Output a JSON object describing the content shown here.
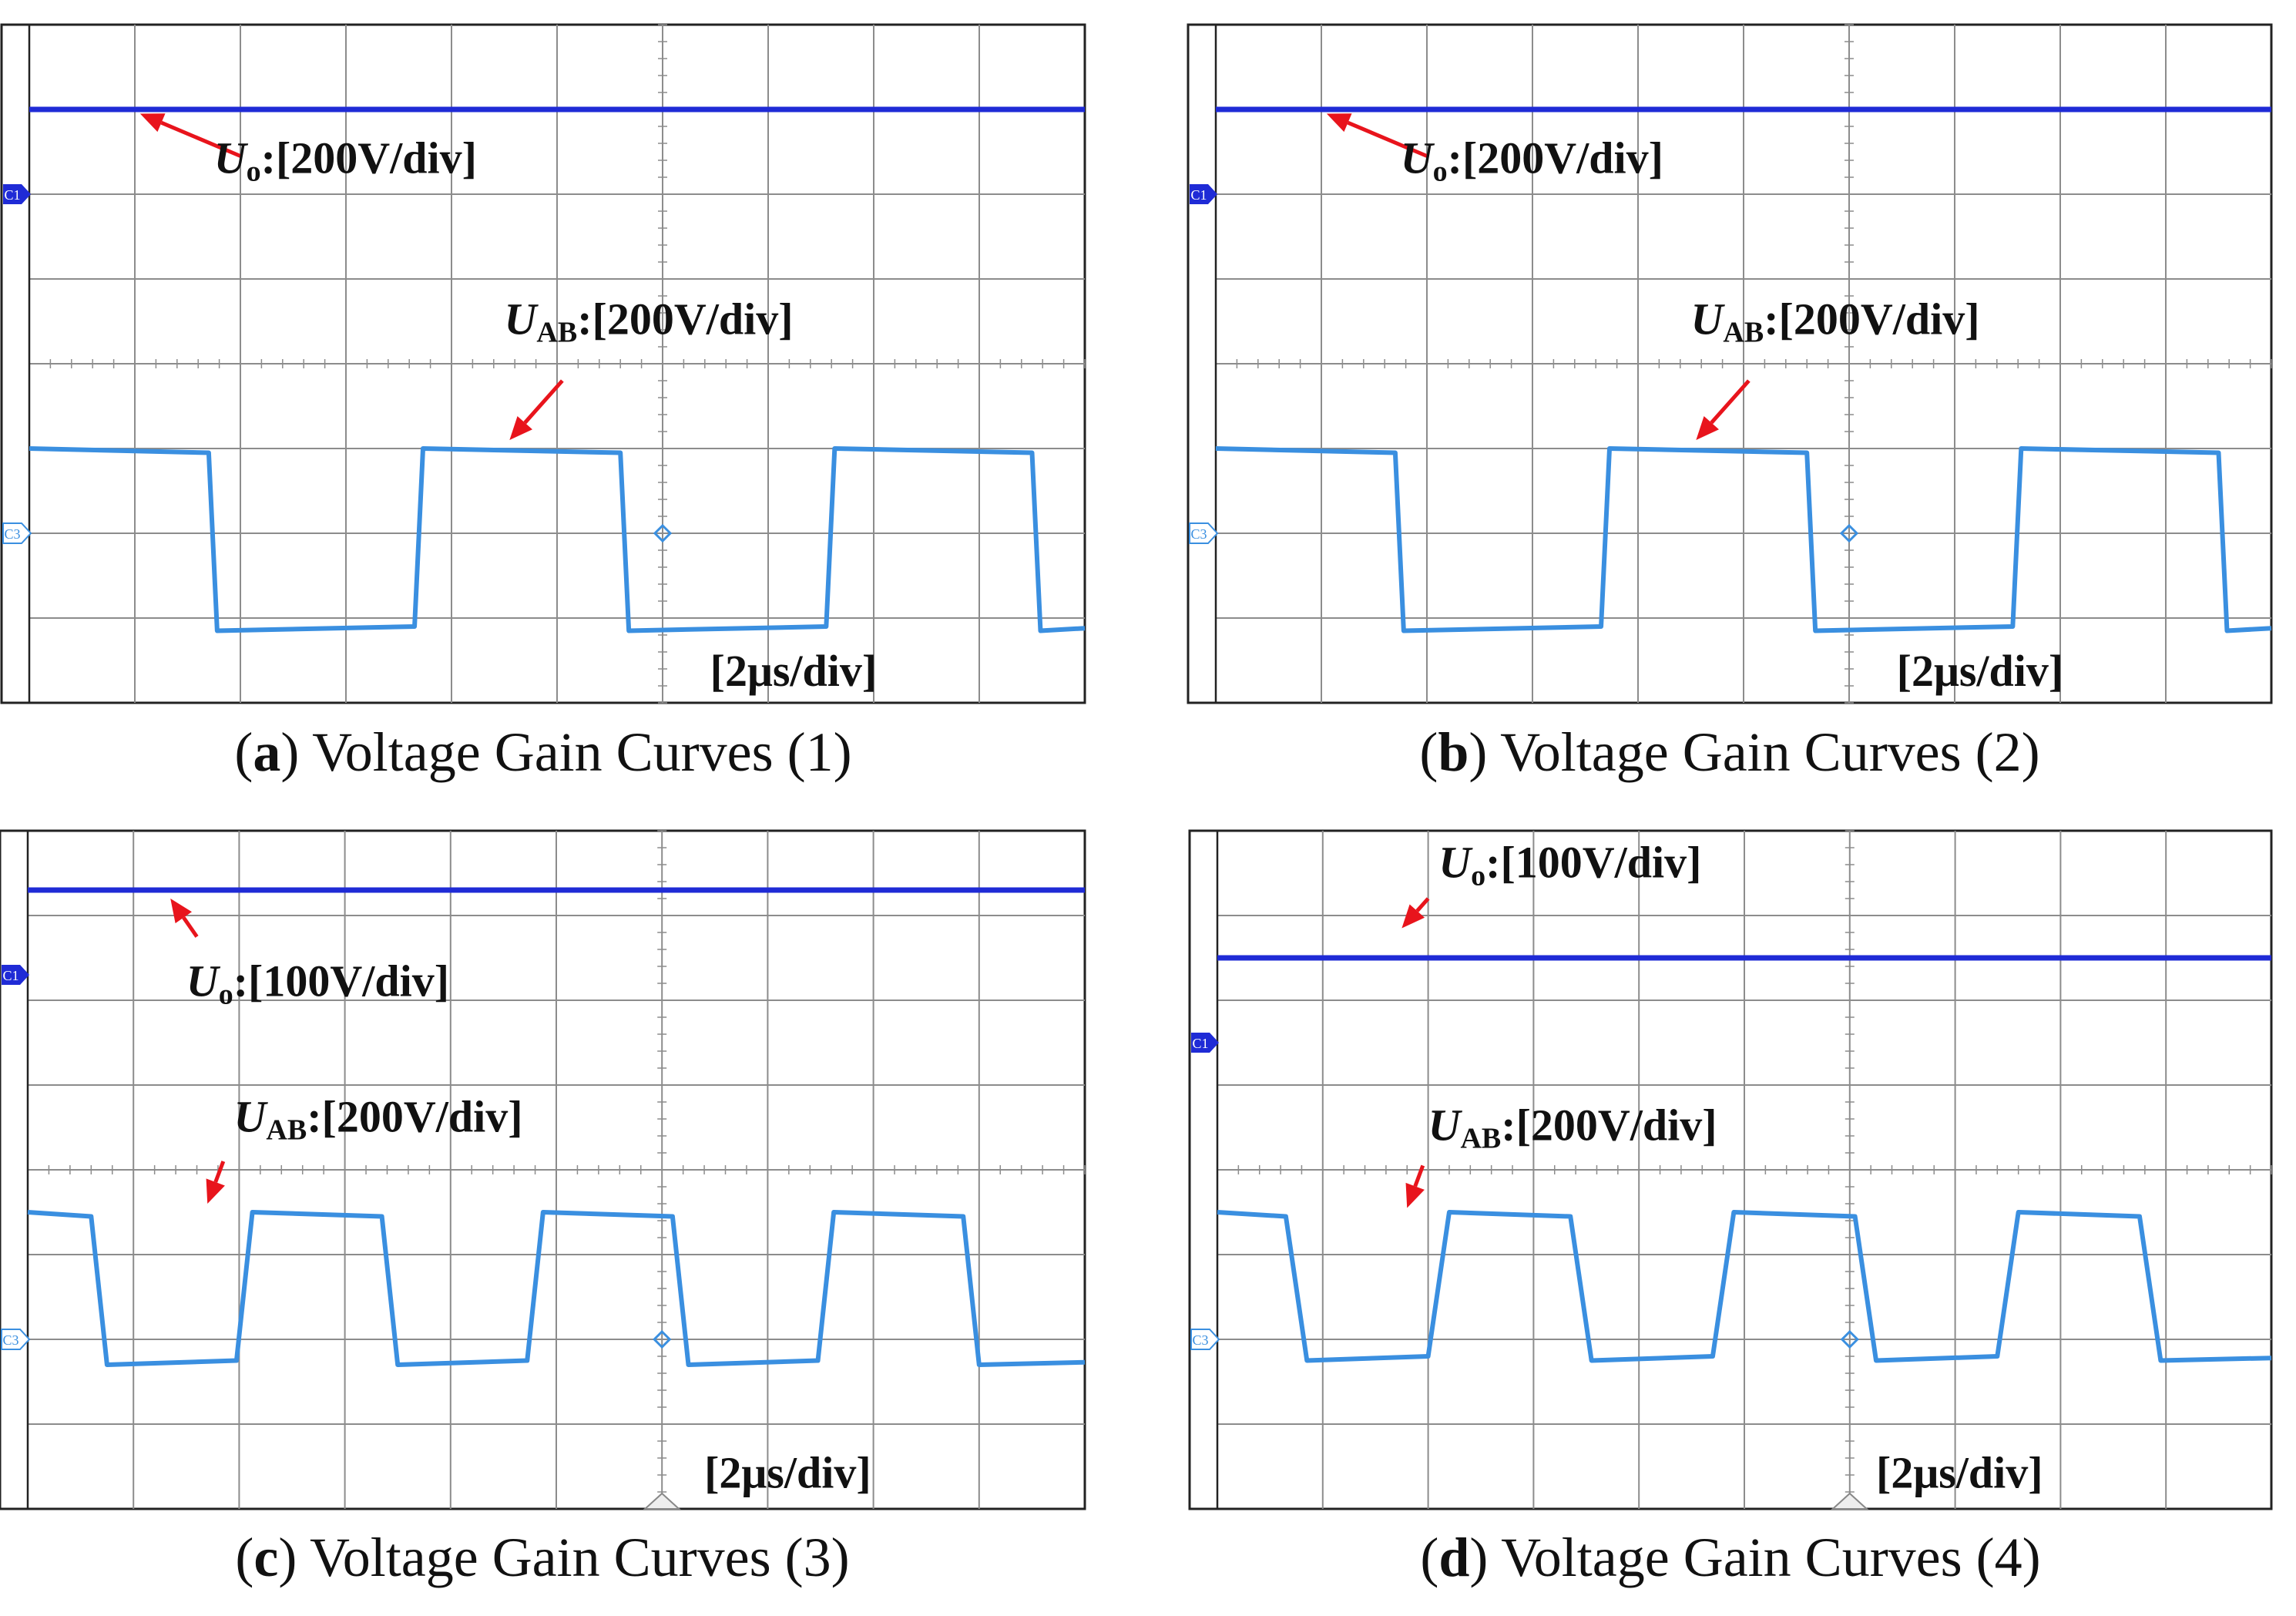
{
  "figure": {
    "panels": [
      {
        "id": "a",
        "caption_letter": "a",
        "caption_text": "Voltage Gain Curves (1)",
        "uo_label": {
          "symbol": "U",
          "sub": "o",
          "scale": ":[200V/div]"
        },
        "uab_label": {
          "symbol": "U",
          "sub": "AB",
          "scale": ":[200V/div]"
        },
        "time_label": "[2μs/div]",
        "channel_markers": [
          "C1",
          "C3"
        ]
      },
      {
        "id": "b",
        "caption_letter": "b",
        "caption_text": "Voltage Gain Curves (2)",
        "uo_label": {
          "symbol": "U",
          "sub": "o",
          "scale": ":[200V/div]"
        },
        "uab_label": {
          "symbol": "U",
          "sub": "AB",
          "scale": ":[200V/div]"
        },
        "time_label": "[2μs/div]",
        "channel_markers": [
          "C1",
          "C3"
        ]
      },
      {
        "id": "c",
        "caption_letter": "c",
        "caption_text": "Voltage Gain Curves (3)",
        "uo_label": {
          "symbol": "U",
          "sub": "o",
          "scale": ":[100V/div]"
        },
        "uab_label": {
          "symbol": "U",
          "sub": "AB",
          "scale": ":[200V/div]"
        },
        "time_label": "[2μs/div]",
        "channel_markers": [
          "C1",
          "C3"
        ]
      },
      {
        "id": "d",
        "caption_letter": "d",
        "caption_text": "Voltage Gain Curves (4)",
        "uo_label": {
          "symbol": "U",
          "sub": "o",
          "scale": ":[100V/div]"
        },
        "uab_label": {
          "symbol": "U",
          "sub": "AB",
          "scale": ":[200V/div]"
        },
        "time_label": "[2μs/div]",
        "channel_markers": [
          "C1",
          "C3"
        ]
      }
    ]
  },
  "chart_data": [
    {
      "type": "line",
      "panel": "a",
      "x_unit": "div",
      "y_unit": "div",
      "xlim": [
        0,
        10
      ],
      "ylim": [
        0,
        8
      ],
      "grid": true,
      "colors": {
        "uo": "#1f2bd6",
        "uab": "#3a8fe0",
        "arrow": "#e8141c",
        "grid": "#8c8c8c"
      },
      "series": [
        {
          "name": "Uo",
          "constant": 7.0
        },
        {
          "name": "UAB",
          "high": 3.0,
          "low": 0.85,
          "period": 3.9,
          "first_fall": 1.7,
          "duty": 0.5,
          "rise": 0.08
        }
      ]
    },
    {
      "type": "line",
      "panel": "b",
      "x_unit": "div",
      "y_unit": "div",
      "xlim": [
        0,
        10
      ],
      "ylim": [
        0,
        8
      ],
      "grid": true,
      "colors": {
        "uo": "#1f2bd6",
        "uab": "#3a8fe0",
        "arrow": "#e8141c",
        "grid": "#8c8c8c"
      },
      "series": [
        {
          "name": "Uo",
          "constant": 7.0
        },
        {
          "name": "UAB",
          "high": 3.0,
          "low": 0.85,
          "period": 3.9,
          "first_fall": 1.7,
          "duty": 0.5,
          "rise": 0.08
        }
      ]
    },
    {
      "type": "line",
      "panel": "c",
      "x_unit": "div",
      "y_unit": "div",
      "xlim": [
        0,
        10
      ],
      "ylim": [
        0,
        8
      ],
      "grid": true,
      "colors": {
        "uo": "#1f2bd6",
        "uab": "#3a8fe0",
        "arrow": "#e8141c",
        "grid": "#8c8c8c"
      },
      "series": [
        {
          "name": "Uo",
          "constant": 7.3
        },
        {
          "name": "UAB",
          "high": 3.5,
          "low": 1.7,
          "period": 2.75,
          "first_fall": 0.6,
          "duty": 0.5,
          "rise": 0.15
        }
      ]
    },
    {
      "type": "line",
      "panel": "d",
      "x_unit": "div",
      "y_unit": "div",
      "xlim": [
        0,
        10
      ],
      "ylim": [
        0,
        8
      ],
      "grid": true,
      "colors": {
        "uo": "#1f2bd6",
        "uab": "#3a8fe0",
        "arrow": "#e8141c",
        "grid": "#8c8c8c"
      },
      "series": [
        {
          "name": "Uo",
          "constant": 6.5
        },
        {
          "name": "UAB",
          "high": 3.5,
          "low": 1.75,
          "period": 2.7,
          "first_fall": 0.65,
          "duty": 0.5,
          "rise": 0.2
        }
      ]
    }
  ]
}
